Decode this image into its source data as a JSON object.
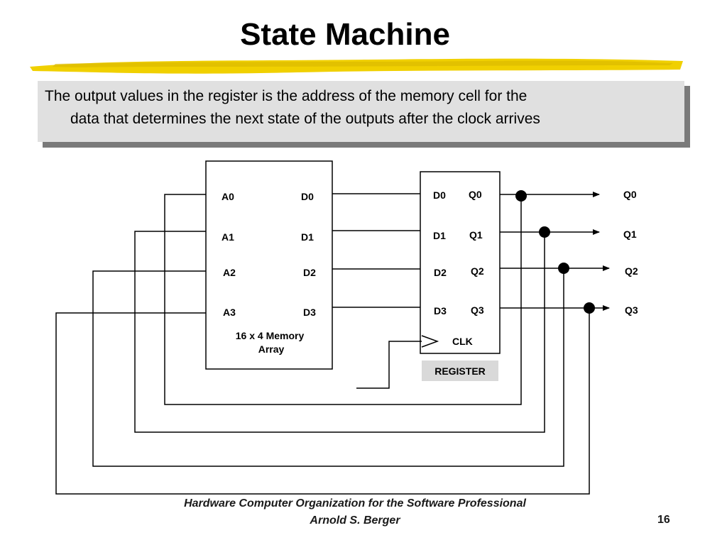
{
  "slide": {
    "title": "State Machine",
    "text_line1": "The output values in the register is  the address of the memory cell for the",
    "text_line2": "data that determines the next state of the outputs after the clock arrives"
  },
  "diagram": {
    "memory": {
      "address_pins": [
        "A0",
        "A1",
        "A2",
        "A3"
      ],
      "data_pins": [
        "D0",
        "D1",
        "D2",
        "D3"
      ],
      "caption_line1": "16 x 4 Memory",
      "caption_line2": "Array"
    },
    "register": {
      "d_pins": [
        "D0",
        "D1",
        "D2",
        "D3"
      ],
      "q_pins": [
        "Q0",
        "Q1",
        "Q2",
        "Q3"
      ],
      "clock_label": "CLK",
      "label": "REGISTER"
    },
    "outputs": [
      "Q0",
      "Q1",
      "Q2",
      "Q3"
    ]
  },
  "footer": {
    "citation_line1": "Hardware Computer Organization for the Software Professional",
    "citation_line2": "Arnold S. Berger",
    "page_number": "16"
  },
  "colors": {
    "highlight": "#f0d000",
    "textbox_fill": "#e0e0e0",
    "textbox_shadow": "#7a7a7a",
    "register_label_fill": "#d9d9d9"
  }
}
